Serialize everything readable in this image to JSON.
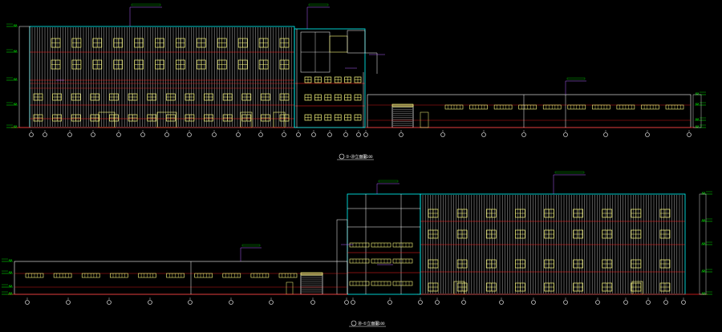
{
  "drawing": {
    "colors": {
      "background": "#000000",
      "facade_line": "#ffffff",
      "outline": "#00ffff",
      "window": "#ffff80",
      "floor_line": "#ff2020",
      "dimension": "#00ff00",
      "leader": "#b060ff",
      "axis_bubble": "#ffffff"
    },
    "upper_elevation": {
      "title": "①-⑳立面图",
      "scale": "1:100"
    },
    "lower_elevation": {
      "title": "⑳-①立面图",
      "scale": "1:100"
    }
  }
}
